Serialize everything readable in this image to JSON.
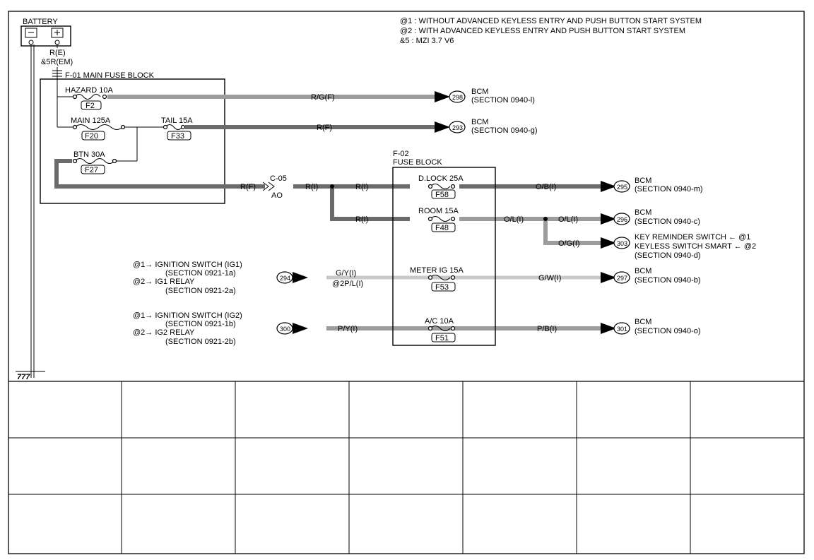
{
  "battery": {
    "label": "BATTERY",
    "wire_top": "R(E)",
    "wire_bottom": "&5R(EM)"
  },
  "legend": [
    "@1 : WITHOUT ADVANCED KEYLESS ENTRY AND PUSH BUTTON START SYSTEM",
    "@2 : WITH ADVANCED KEYLESS ENTRY AND PUSH BUTTON START SYSTEM",
    "&5 : MZI 3.7 V6"
  ],
  "main_fuse_block": {
    "label": "F-01  MAIN FUSE BLOCK"
  },
  "fuse_block": {
    "id": "F-02",
    "label": "FUSE BLOCK"
  },
  "fuses": {
    "hazard": {
      "name": "HAZARD 10A",
      "code": "F2"
    },
    "main": {
      "name": "MAIN 125A",
      "code": "F20"
    },
    "tail": {
      "name": "TAIL 15A",
      "code": "F33"
    },
    "btn": {
      "name": "BTN 30A",
      "code": "F27"
    },
    "dlock": {
      "name": "D.LOCK 25A",
      "code": "F58"
    },
    "room": {
      "name": "ROOM 15A",
      "code": "F48"
    },
    "meter": {
      "name": "METER IG 15A",
      "code": "F53"
    },
    "ac": {
      "name": "A/C 10A",
      "code": "F51"
    }
  },
  "connector_c05": {
    "id": "C-05",
    "sub": "AO"
  },
  "wires": {
    "hazard_out": "R/G(F)",
    "tail_out": "R(F)",
    "btn_out": "R(F)",
    "c05_out": "R(I)",
    "dlock_in": "R(I)",
    "room_in": "R(I)",
    "dlock_out": "O/B(I)",
    "room_out": "O/L(I)",
    "room_out2": "O/L(I)",
    "key_rem": "O/G(I)",
    "meter_in1": "G/Y(I)",
    "meter_in2": "@2P/L(I)",
    "meter_out": "G/W(I)",
    "ac_in": "P/Y(I)",
    "ac_out": "P/B(I)"
  },
  "destinations": {
    "d298": {
      "num": "298",
      "title": "BCM",
      "section": "(SECTION 0940-l)"
    },
    "d293": {
      "num": "293",
      "title": "BCM",
      "section": "(SECTION 0940-g)"
    },
    "d295": {
      "num": "295",
      "title": "BCM",
      "section": "(SECTION 0940-m)"
    },
    "d296": {
      "num": "296",
      "title": "BCM",
      "section": "(SECTION 0940-c)"
    },
    "d303": {
      "num": "303",
      "line1": "KEY REMINDER SWITCH ← @1",
      "line2": "KEYLESS SWITCH SMART ← @2",
      "section": "(SECTION 0940-d)"
    },
    "d297": {
      "num": "297",
      "title": "BCM",
      "section": "(SECTION 0940-b)"
    },
    "d301": {
      "num": "301",
      "title": "BCM",
      "section": "(SECTION 0940-o)"
    }
  },
  "sources": {
    "s294": {
      "num": "294",
      "l1": "@1→ IGNITION SWITCH (IG1)",
      "l2": "(SECTION 0921-1a)",
      "l3": "@2→ IG1 RELAY",
      "l4": "(SECTION 0921-2a)"
    },
    "s300": {
      "num": "300",
      "l1": "@1→ IGNITION SWITCH (IG2)",
      "l2": "(SECTION 0921-1b)",
      "l3": "@2→ IG2 RELAY",
      "l4": "(SECTION 0921-2b)"
    }
  },
  "ground_symbol": "777"
}
